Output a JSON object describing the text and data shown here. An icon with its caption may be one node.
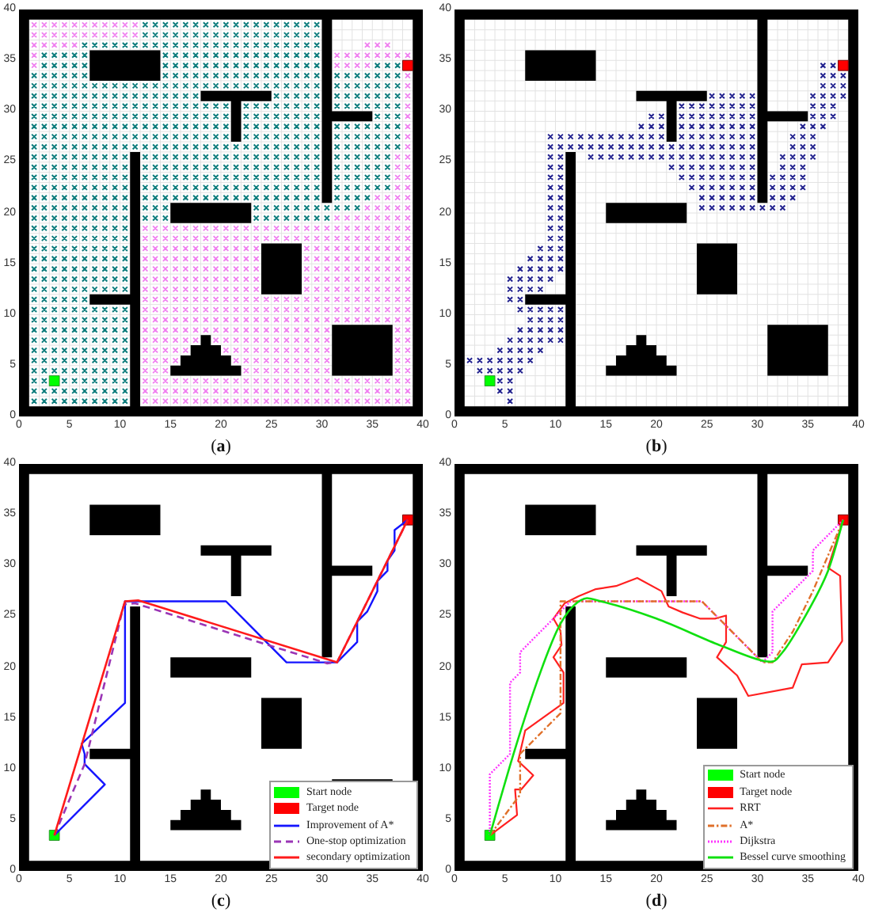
{
  "diagram": {
    "labels": [
      "40",
      "35",
      "30",
      "25",
      "20",
      "15",
      "10",
      "5",
      "0",
      "0",
      "5",
      "10",
      "15",
      "20",
      "25",
      "30",
      "35",
      "40",
      "(**a**)",
      "40",
      "35",
      "30",
      "25",
      "20",
      "15",
      "10",
      "5",
      "0",
      "0",
      "5",
      "10",
      "15",
      "20",
      "25",
      "30",
      "35",
      "40",
      "(**b**)",
      "40",
      "35",
      "30",
      "25",
      "20",
      "15",
      "10",
      "5",
      "0",
      "0",
      "5",
      "10",
      "15",
      "20",
      "25",
      "30",
      "35",
      "40",
      "(**c**)",
      "40",
      "35",
      "30",
      "25",
      "20",
      "15",
      "10",
      "5",
      "0",
      "0",
      "5",
      "10",
      "15",
      "20",
      "25",
      "30",
      "35",
      "40",
      "(**d**)"
    ],
    "legend": [
      {
        "text": "Start node",
        "color": "#00ff00"
      },
      {
        "text": "Target node",
        "color": "#ff0000"
      },
      {
        "text": "Improvement of A*"
      },
      {
        "text": "One-stop optimization"
      },
      {
        "text": "secondary optimization"
      },
      {
        "text": "Start node",
        "color": "#00ff00"
      },
      {
        "text": "Target node",
        "color": "#ff0000"
      },
      {
        "text": "RRT"
      },
      {
        "text": "A*"
      },
      {
        "text": "Dijkstra"
      },
      {
        "text": "Bessel curve smoothing"
      }
    ]
  }
}
